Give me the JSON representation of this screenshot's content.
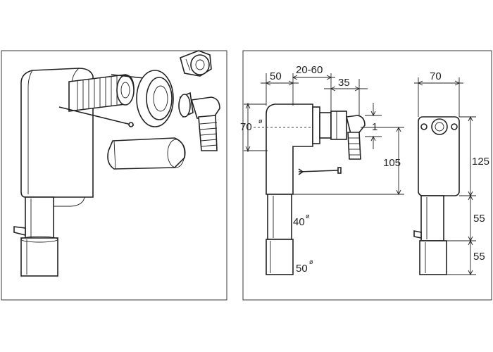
{
  "dimensions": {
    "middle_top_a": "50",
    "middle_top_b": "20-60",
    "middle_top_c": "35",
    "middle_height_70": "70",
    "middle_small_1": "1",
    "middle_height_105": "105",
    "pipe_dia_40": "40",
    "pipe_dia_50": "50",
    "right_width_70": "70",
    "right_height_125": "125",
    "right_height_55a": "55",
    "right_height_55b": "55"
  },
  "symbols": {
    "diameter": "ø"
  }
}
